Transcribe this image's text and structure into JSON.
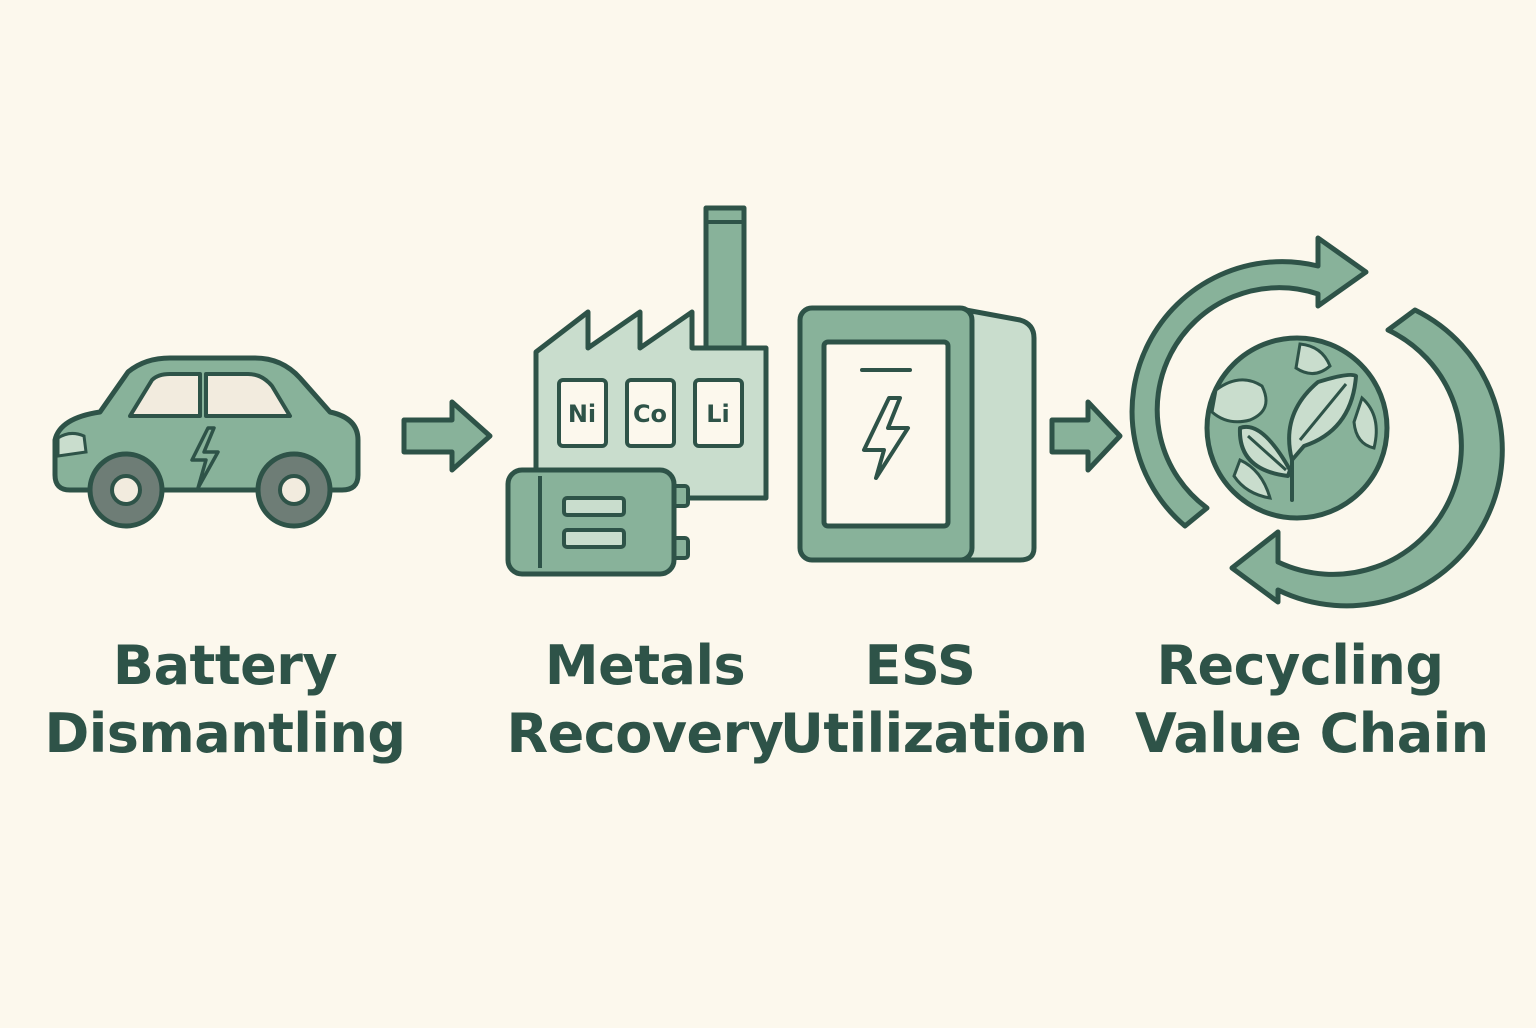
{
  "colors": {
    "background": "#FCF8ED",
    "fill_green": "#88B29A",
    "light_green": "#C9DDCD",
    "outline": "#2E5348",
    "window": "#F2EBDE",
    "wheel": "#6E7D76"
  },
  "steps": [
    {
      "icon": "electric-car-icon",
      "line1": "Battery",
      "line2": "Dismantling"
    },
    {
      "icon": "factory-icon",
      "line1": "Metals",
      "line2": "Recovery",
      "elements": [
        "Ni",
        "Co",
        "Li"
      ]
    },
    {
      "icon": "energy-storage-cabinet-icon",
      "line1": "ESS",
      "line2": "Utilization"
    },
    {
      "icon": "recycling-globe-leaf-icon",
      "line1": "Recycling",
      "line2": "Value Chain"
    }
  ],
  "arrows": [
    "arrow-right-icon",
    "arrow-right-icon"
  ]
}
